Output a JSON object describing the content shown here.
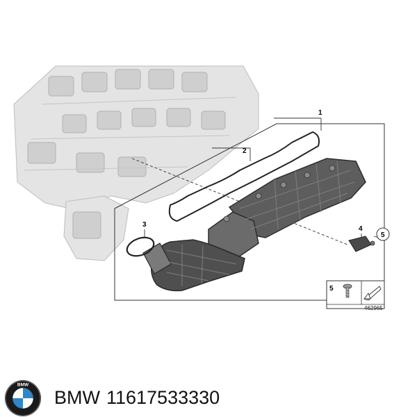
{
  "callouts": {
    "c1": "1",
    "c2": "2",
    "c3": "3",
    "c4": "4",
    "c5_circle": "5",
    "c5_box": "5"
  },
  "reference_number": "462965",
  "caption": {
    "brand": "BMW",
    "part_number": "11617533330"
  },
  "logo": {
    "name": "bmw-roundel",
    "text": "BMW",
    "colors": {
      "ring": "#1a1a1a",
      "blue": "#2f86c8",
      "white": "#ffffff"
    }
  }
}
